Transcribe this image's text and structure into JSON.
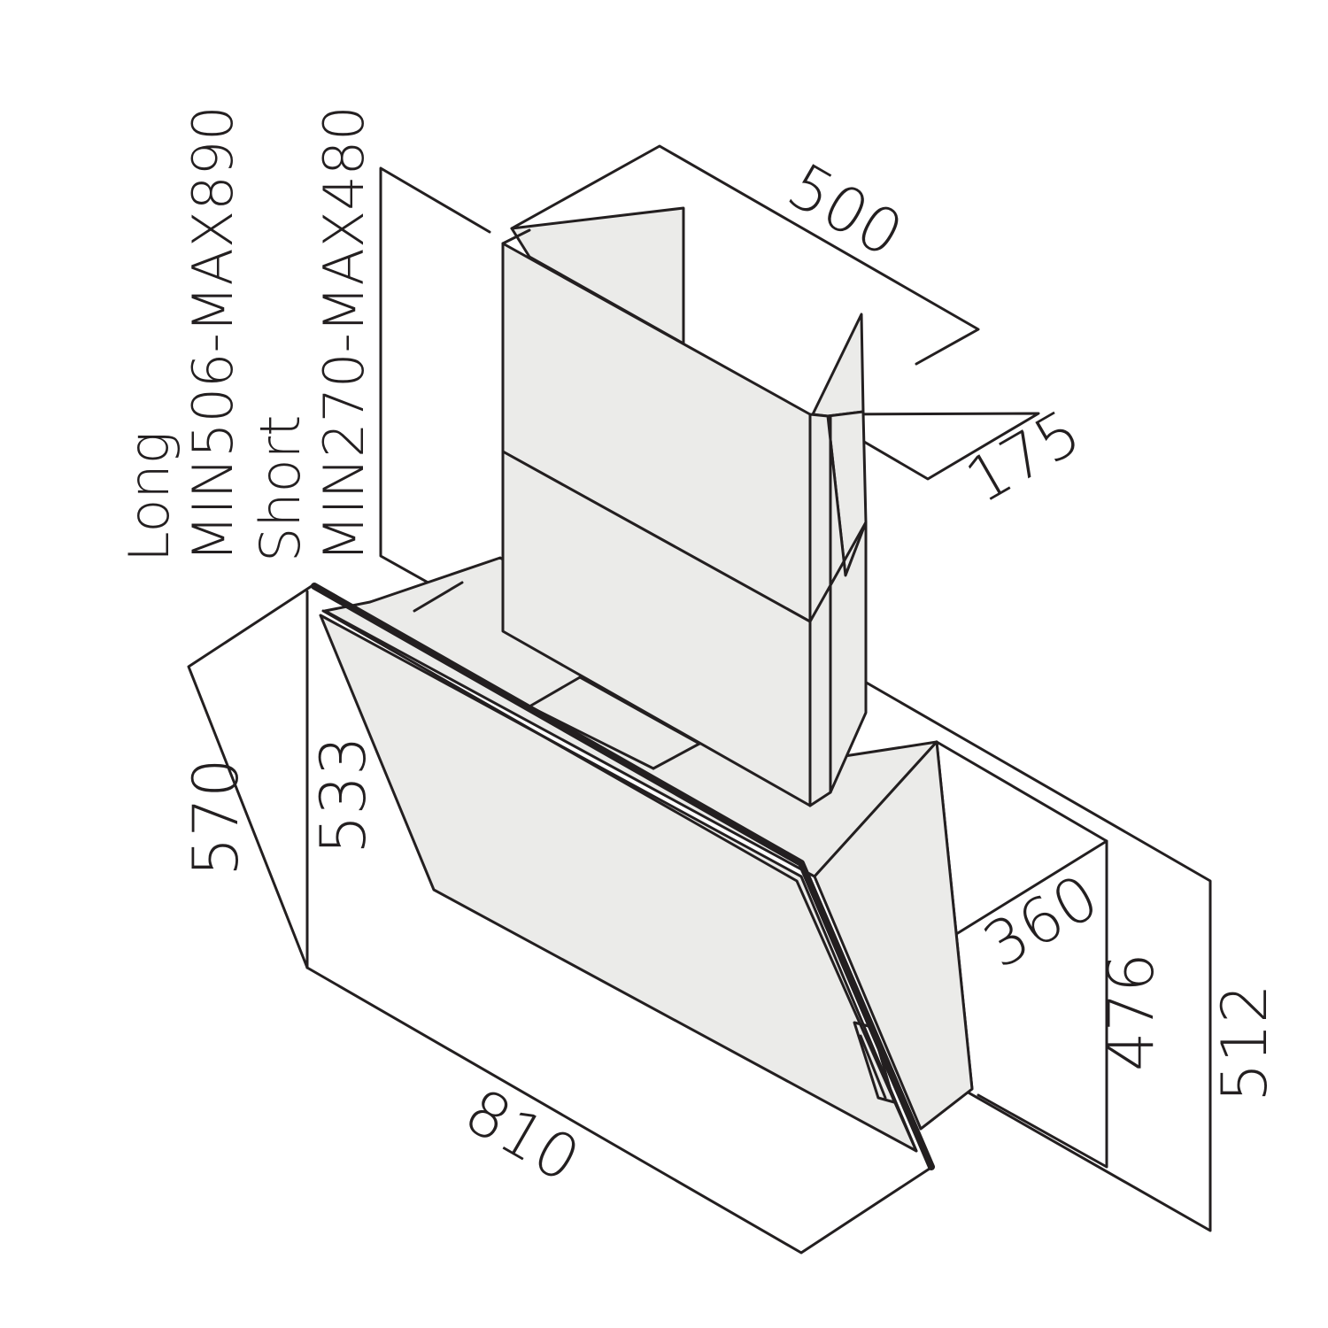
{
  "dimensions": {
    "depth_top": "500",
    "depth_chimney": "175",
    "height_front": "570",
    "height_panel": "533",
    "width": "810",
    "depth_body": "360",
    "height_body": "476",
    "height_total": "512"
  },
  "chimney_labels": {
    "long_title": "Long",
    "long_range": "MIN506-MAX890",
    "short_title": "Short",
    "short_range": "MIN270-MAX480"
  }
}
